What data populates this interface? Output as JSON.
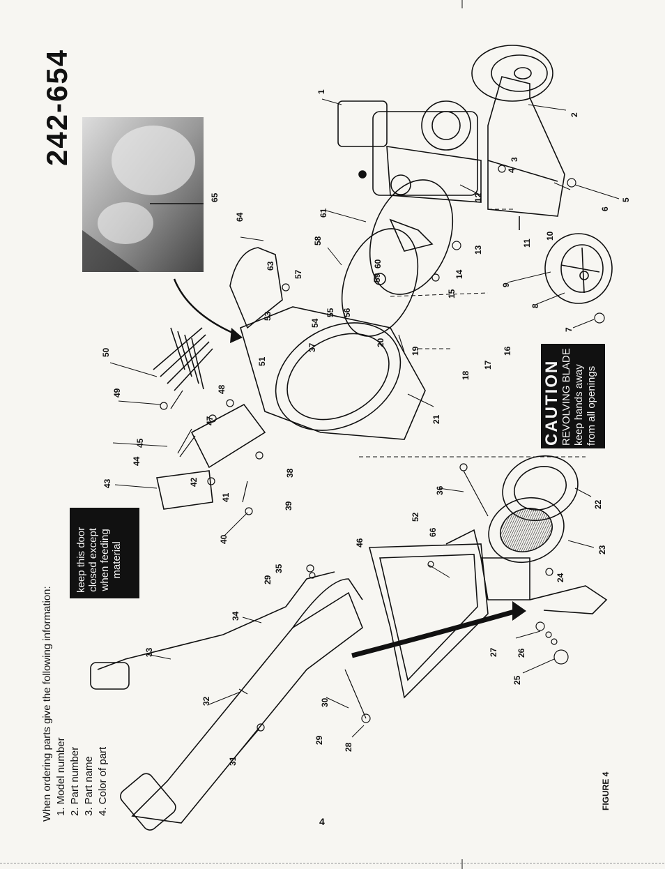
{
  "header": {
    "model_number": "242-654"
  },
  "ordering_info": {
    "intro": "When ordering parts give the following information:",
    "items": [
      "1. Model number",
      "2. Part number",
      "3. Part name",
      "4. Color of part"
    ]
  },
  "figure_label": "FIGURE 4",
  "page_number": "4",
  "door_notice": {
    "lines": [
      "keep this door",
      "closed except",
      "when feeding",
      "material"
    ]
  },
  "caution_notice": {
    "title": "CAUTION",
    "lines": [
      "REVOLVING BLADE",
      "keep hands away",
      "from all openings"
    ]
  },
  "callouts": [
    "1",
    "2",
    "3",
    "4",
    "5",
    "6",
    "7",
    "8",
    "9",
    "10",
    "11",
    "12",
    "13",
    "14",
    "15",
    "16",
    "17",
    "18",
    "19",
    "20",
    "21",
    "22",
    "23",
    "24",
    "25",
    "26",
    "27",
    "28",
    "29",
    "29",
    "30",
    "31",
    "32",
    "33",
    "34",
    "35",
    "36",
    "37",
    "38",
    "39",
    "40",
    "41",
    "42",
    "43",
    "44",
    "45",
    "46",
    "47",
    "48",
    "49",
    "50",
    "51",
    "52",
    "53",
    "54",
    "55",
    "56",
    "57",
    "58",
    "59",
    "60",
    "61",
    "63",
    "64",
    "65",
    "66"
  ],
  "colors": {
    "ink": "#111111",
    "paper": "#f7f6f2",
    "notice_bg": "#111111"
  }
}
